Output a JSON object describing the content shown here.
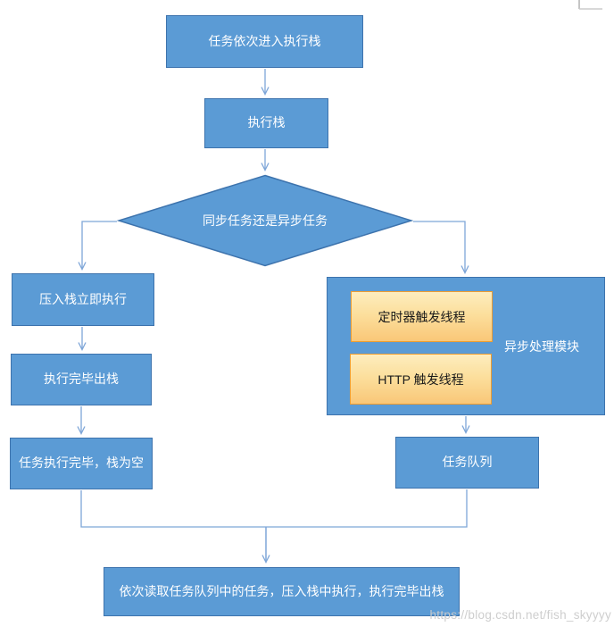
{
  "flowchart": {
    "nodes": {
      "enter_stack": "任务依次进入执行栈",
      "exec_stack": "执行栈",
      "decision": "同步任务还是异步任务",
      "push_exec": "压入栈立即执行",
      "pop_stack": "执行完毕出栈",
      "stack_empty": "任务执行完毕，栈为空",
      "async_module": "异步处理模块",
      "timer_thread": "定时器触发线程",
      "http_thread": "HTTP 触发线程",
      "task_queue": "任务队列",
      "read_queue": "依次读取任务队列中的任务，压入栈中执行，执行完毕出栈"
    },
    "watermark": "https://blog.csdn.net/fish_skyyyy",
    "colors": {
      "node_fill": "#5b9bd5",
      "node_border": "#3d73ad",
      "node_text": "#ffffff",
      "thread_fill_top": "#fdedbe",
      "thread_fill_bottom": "#f9c778",
      "thread_border": "#ed9d31",
      "thread_text": "#1a1a1a",
      "connector": "#7ea6d8",
      "watermark": "#cbcbcb"
    }
  }
}
